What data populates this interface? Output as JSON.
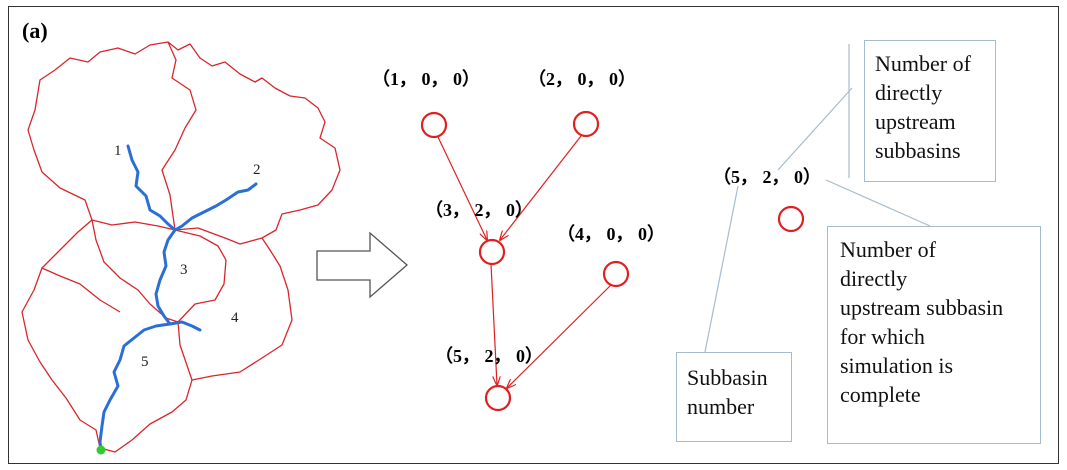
{
  "panel_label": "(a)",
  "map": {
    "subbasin_labels": [
      "1",
      "2",
      "3",
      "4",
      "5"
    ],
    "colors": {
      "boundary": "#d9262b",
      "river": "#2a6fd6",
      "outlet": "#2ecc2e"
    }
  },
  "graph": {
    "nodes": [
      {
        "id": "n1",
        "label": "（1， 0， 0）"
      },
      {
        "id": "n2",
        "label": "（2， 0， 0）"
      },
      {
        "id": "n3",
        "label": "（3， 2， 0）"
      },
      {
        "id": "n4",
        "label": "（4， 0， 0）"
      },
      {
        "id": "n5",
        "label": "（5， 2， 0）"
      }
    ],
    "edges": [
      [
        "n1",
        "n3"
      ],
      [
        "n2",
        "n3"
      ],
      [
        "n3",
        "n5"
      ],
      [
        "n4",
        "n5"
      ]
    ],
    "colors": {
      "node": "#e02020",
      "edge": "#e02020"
    }
  },
  "legend": {
    "tuple_label": "（5， 2， 0）",
    "upstream_box": [
      "Number of",
      "directly",
      "upstream",
      "subbasins"
    ],
    "complete_box": [
      "Number of",
      "directly",
      "upstream subbasin",
      "for which",
      "simulation is",
      "complete"
    ],
    "subbasin_box": [
      "Subbasin",
      "number"
    ]
  }
}
